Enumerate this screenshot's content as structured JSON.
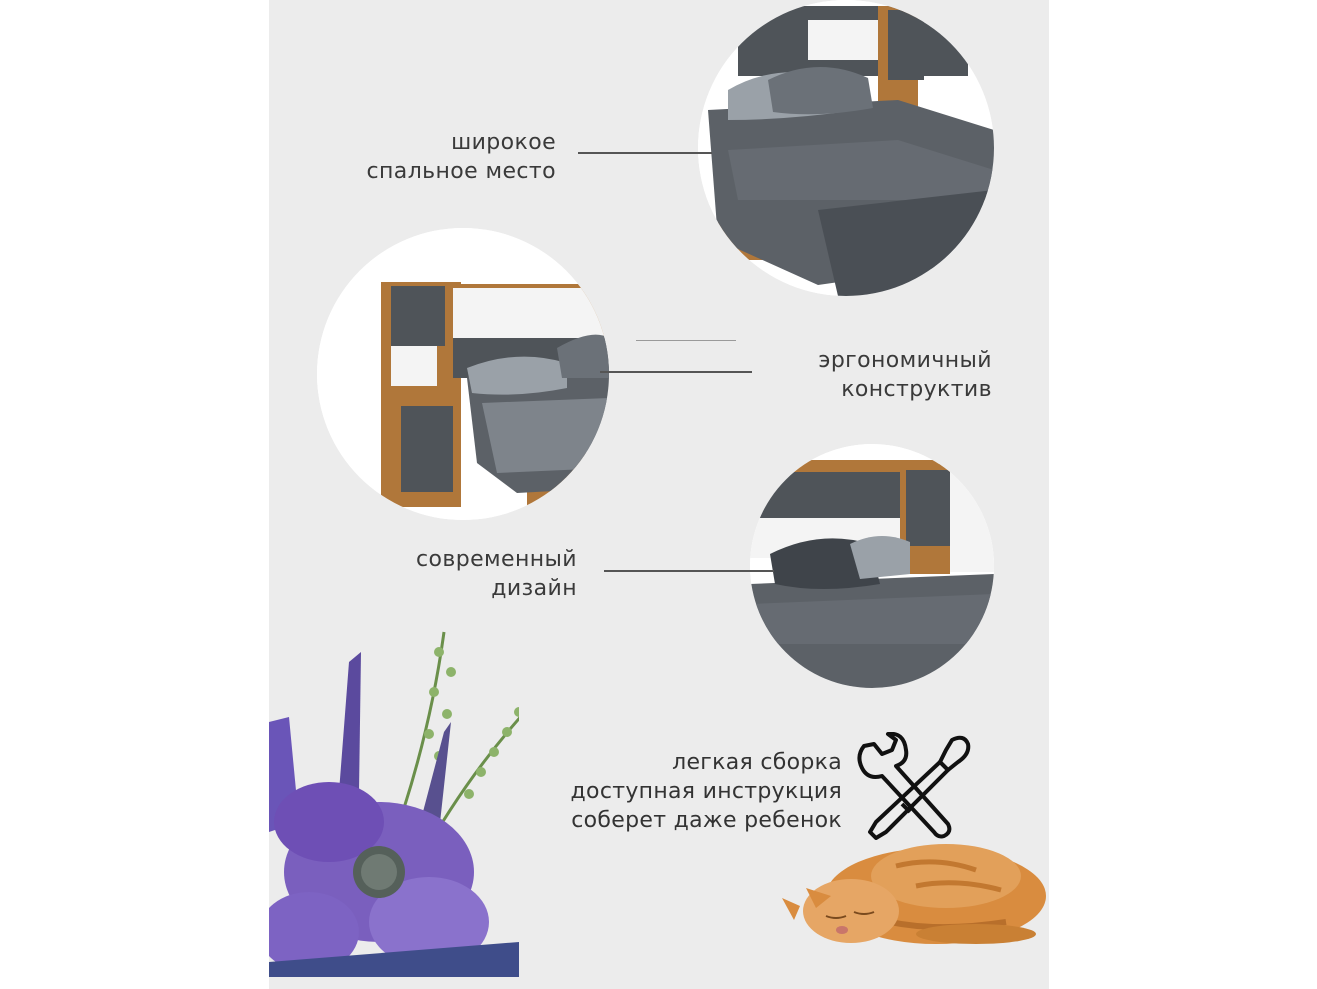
{
  "labels": {
    "sleep": {
      "line1": "широкое",
      "line2": "спальное место"
    },
    "ergonomic": {
      "line1": "эргономичный",
      "line2": "конструктив"
    },
    "design": {
      "line1": "современный",
      "line2": "дизайн"
    }
  },
  "features": {
    "line1": "легкая сборка",
    "line2": "доступная инструкция",
    "line3": "соберет даже ребенок"
  },
  "colors": {
    "panel": "#ececec",
    "wood": "#b0773a",
    "anthracite": "#4f5459",
    "bedding": "#5c6167",
    "pillow": "#9aa1a8",
    "lavender": "#7a5fbe",
    "cat": "#d98c3f"
  },
  "icons": [
    "wrench-icon",
    "screwdriver-icon"
  ]
}
